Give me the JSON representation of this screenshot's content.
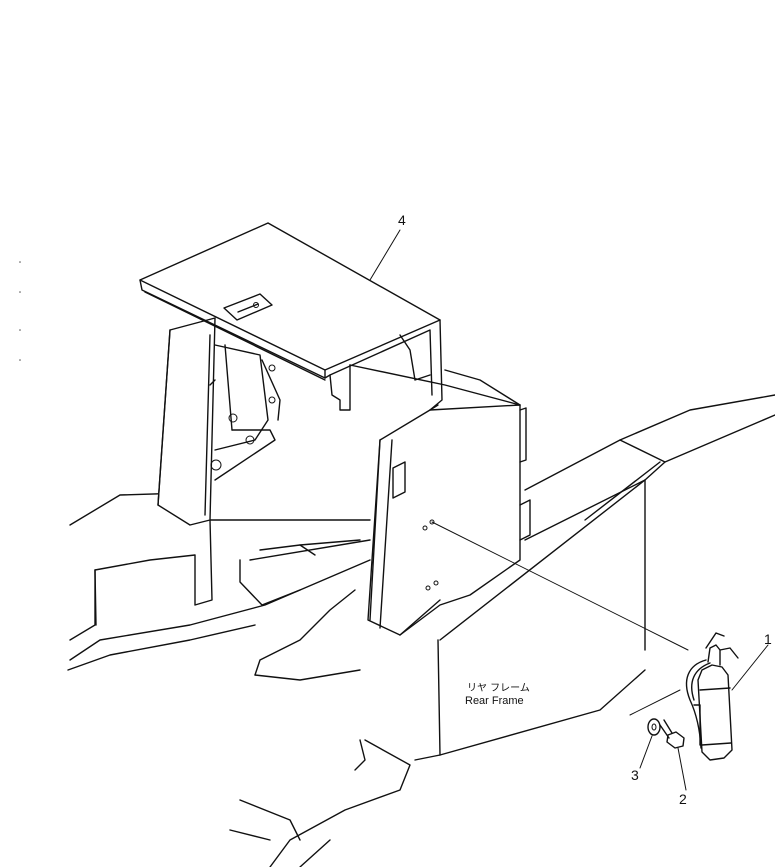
{
  "callouts": {
    "part_1": "1",
    "part_2": "2",
    "part_3": "3",
    "part_4": "4"
  },
  "frame_label": {
    "japanese": "リヤ フレーム",
    "english": "Rear Frame"
  }
}
